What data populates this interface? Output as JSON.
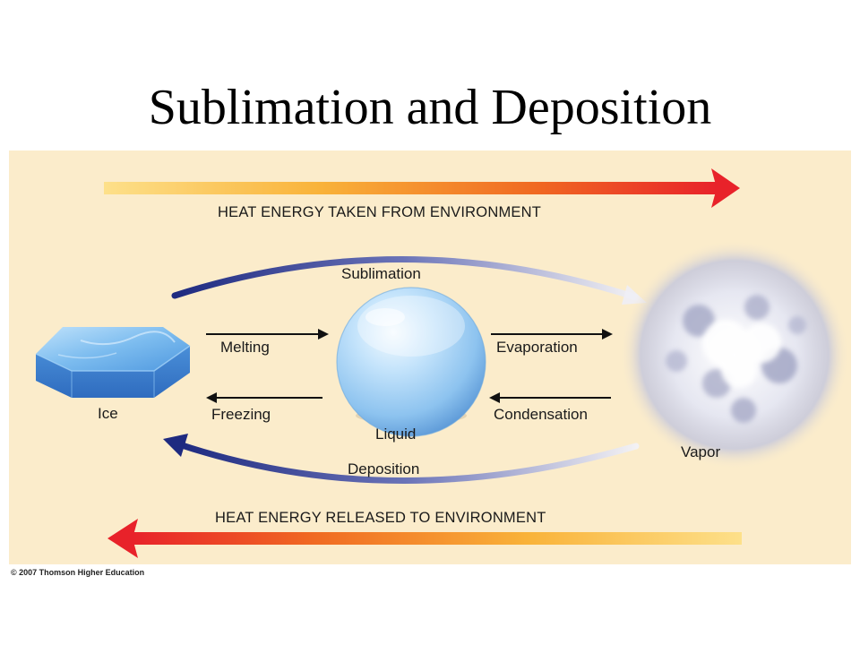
{
  "title": "Sublimation and Deposition",
  "banners": {
    "top": "HEAT ENERGY TAKEN FROM ENVIRONMENT",
    "bottom": "HEAT ENERGY RELEASED TO ENVIRONMENT"
  },
  "states": {
    "ice": "Ice",
    "liquid": "Liquid",
    "vapor": "Vapor"
  },
  "processes": {
    "sublimation": "Sublimation",
    "deposition": "Deposition",
    "melting": "Melting",
    "freezing": "Freezing",
    "evaporation": "Evaporation",
    "condensation": "Condensation"
  },
  "copyright": "© 2007 Thomson Higher Education",
  "colors": {
    "panel_background": "#fbeccb",
    "heat_arrow_light": "#ffd34d",
    "heat_arrow_dark": "#e8222a",
    "process_arrow": "#1e2a80",
    "ice": "#5aa8e8",
    "liquid": "#9fd0f5",
    "vapor": "#c9ccde"
  }
}
